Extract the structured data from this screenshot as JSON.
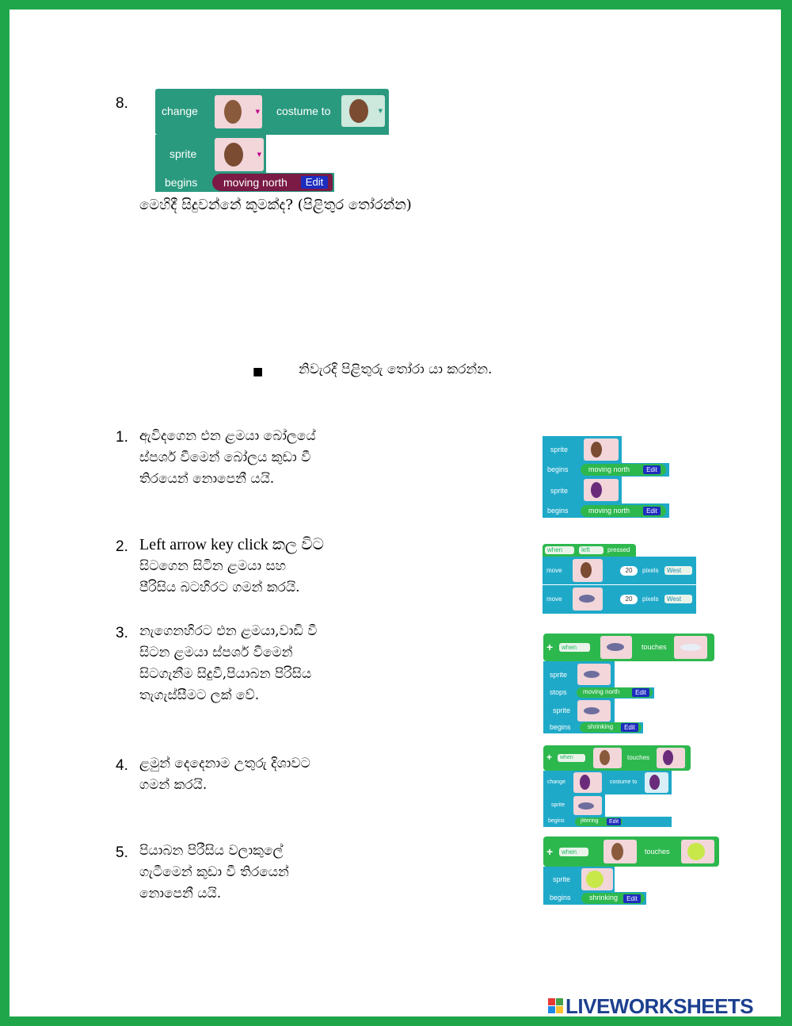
{
  "question": {
    "number": "8.",
    "block": {
      "change": "change",
      "costume_to": "costume to",
      "sprite": "sprite",
      "begins": "begins",
      "behavior": "moving north",
      "edit": "Edit"
    },
    "prompt": "මෙහිදී සිදුවන්නේ කුමක්ද? (පිළිතුර තෝරන්න)"
  },
  "instruction": {
    "bullet": "■",
    "text": "නිවැරදි පිළිතුරු තෝරා යා කරන්න."
  },
  "items": [
    {
      "number": "1.",
      "lines": [
        "ඇවිදගෙන එන ළමයා බෝලයේ",
        "ස්පර්ශ වීමෙන් බෝලය කුඩා වී",
        "තිරයෙන් නොපෙනී යයි."
      ]
    },
    {
      "number": "2.",
      "lines": [
        "Left arrow key click කල විට",
        "සිටගෙන සිටින ළමයා සහ",
        "පීරිසිය බටහිරට ගමන් කරයි."
      ]
    },
    {
      "number": "3.",
      "lines": [
        "නැගෙනහිරට එන ළමයා,වාඩි වී",
        "සිටන ළමයා ස්පර්ශ වීමෙන්",
        "සිටගැනීම සිදුවී,පියාබන පිරිසිය",
        "තැගැස්සීමට ලක් වේ."
      ]
    },
    {
      "number": "4.",
      "lines": [
        "ළමුන් දෙදෙනාම උතුරු දිශාවට",
        "ගමන් කරයි."
      ]
    },
    {
      "number": "5.",
      "lines": [
        "පියාබන පිරීසිය වලාකුලේ",
        "ගැටීමෙන් කුඩා වී තිරයෙන්",
        "නොපෙනී යයි."
      ]
    }
  ],
  "options": {
    "a": {
      "sprite1": "sprite",
      "begins1": "begins",
      "behavior1": "moving north",
      "edit1": "Edit",
      "sprite2": "sprite",
      "begins2": "begins",
      "behavior2": "moving north",
      "edit2": "Edit"
    },
    "b": {
      "when": "when",
      "key": "left",
      "pressed": "pressed",
      "move1": "move",
      "px1": "20",
      "pixels1": "pixels",
      "dir1": "West",
      "move2": "move",
      "px2": "20",
      "pixels2": "pixels",
      "dir2": "West"
    },
    "c": {
      "when": "when",
      "touches": "touches",
      "sprite1": "sprite",
      "stops": "stops",
      "behavior1": "moving north",
      "edit1": "Edit",
      "sprite2": "sprite",
      "begins": "begins",
      "behavior2": "shrinking",
      "edit2": "Edit"
    },
    "d": {
      "when": "when",
      "touches": "touches",
      "change": "change",
      "costume_to": "costume to",
      "sprite": "sprite",
      "begins": "begins",
      "behavior": "jittering",
      "edit": "Edit"
    },
    "e": {
      "when": "when",
      "touches": "touches",
      "sprite": "sprite",
      "begins": "begins",
      "behavior": "shrinking",
      "edit": "Edit"
    }
  },
  "footer": {
    "logo_text": "LIVEWORKSHEETS"
  },
  "colors": {
    "border": "#1fa64a",
    "teal_block": "#2a9a7f",
    "green_block": "#2db84e",
    "cyan_block": "#1fa9c9",
    "edit_blue": "#1d2dbf",
    "maroon": "#7a1a45"
  }
}
